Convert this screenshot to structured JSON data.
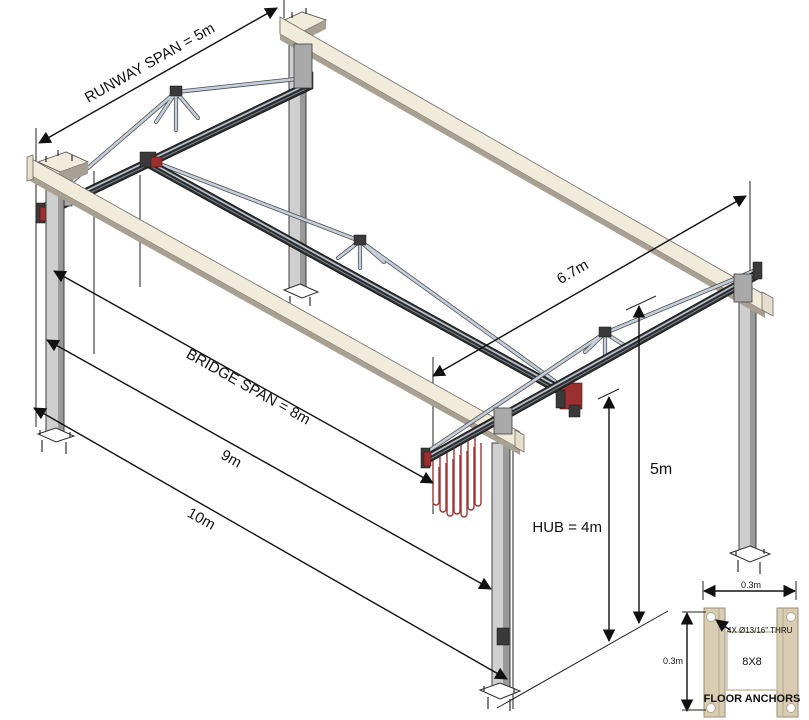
{
  "labels": {
    "runway_span": "RUNWAY SPAN = 5m",
    "bridge_span": "BRIDGE SPAN = 8m",
    "width_9m": "9m",
    "width_10m": "10m",
    "runway_length": "6.7m",
    "height_5m": "5m",
    "hub_height": "HUB = 4m"
  },
  "floor_anchor_detail": {
    "title": "FLOOR ANCHORS",
    "width": "0.3m",
    "depth": "0.3m",
    "hole_callout": "4X Ø13/16\" THRU",
    "post_size": "8X8"
  },
  "colors": {
    "column-face": "#cfcfcf",
    "column-shade": "#999999",
    "header-cream": "#f1ebdc",
    "header-shadow": "#a8a092",
    "rail-dark": "#2b2b2b",
    "rail-stripe": "#b7c1cd",
    "truss-tube": "#c5cfdb",
    "accent-red": "#9b3030",
    "festoon-red": "#9c3535",
    "plate-tan": "#d8ccb2"
  }
}
